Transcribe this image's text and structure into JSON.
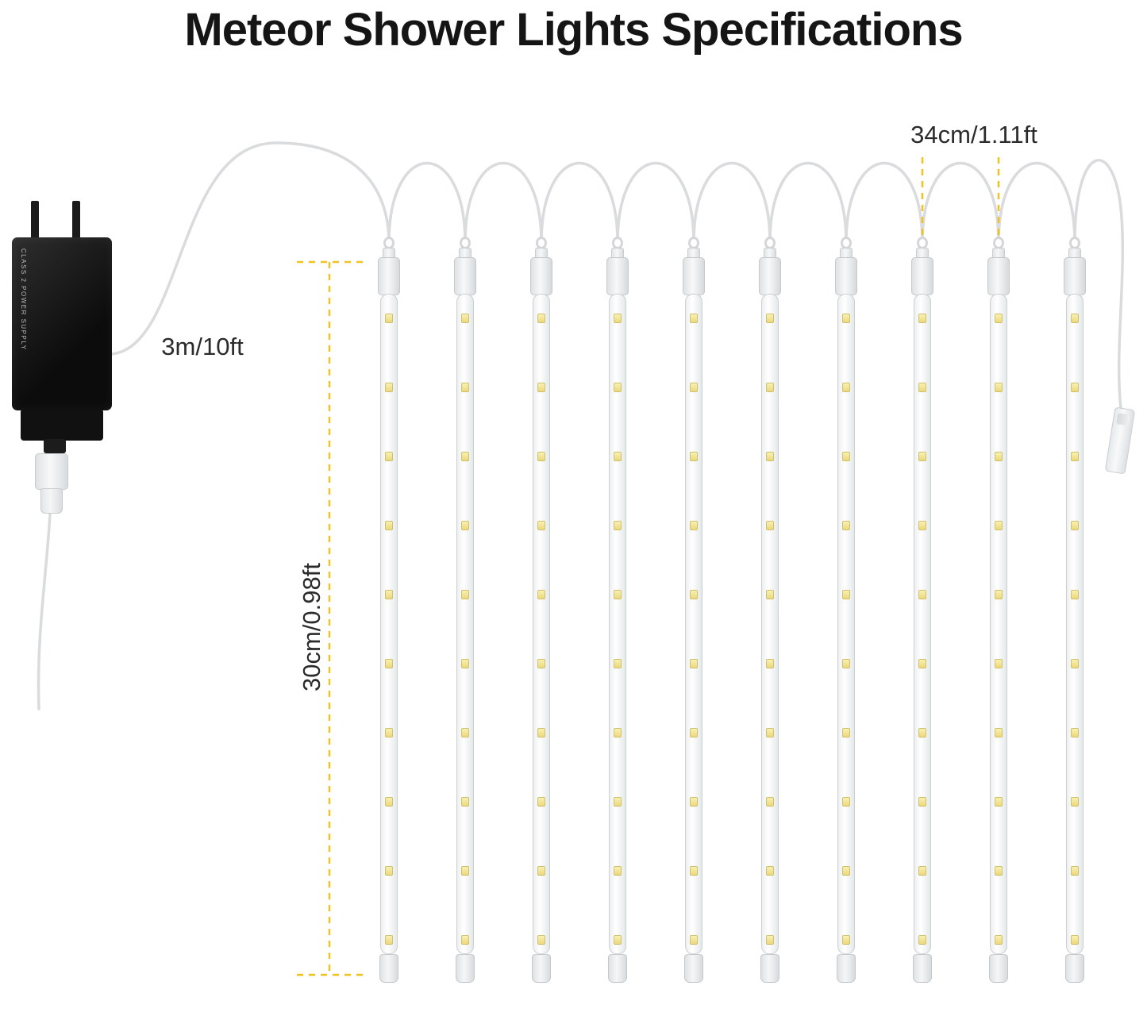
{
  "title": "Meteor Shower Lights Specifications",
  "labels": {
    "cord_length": "3m/10ft",
    "tube_spacing": "34cm/1.11ft",
    "tube_length": "30cm/0.98ft"
  },
  "adapter": {
    "text": "CLASS 2 POWER SUPPLY"
  },
  "lights": {
    "tube_count": 10,
    "leds_per_tube": 10
  },
  "colors": {
    "dimension_line": "#f2c21e",
    "wire": "#d9dbdd",
    "led": "#ecd87c",
    "text": "#2b2b2b"
  }
}
